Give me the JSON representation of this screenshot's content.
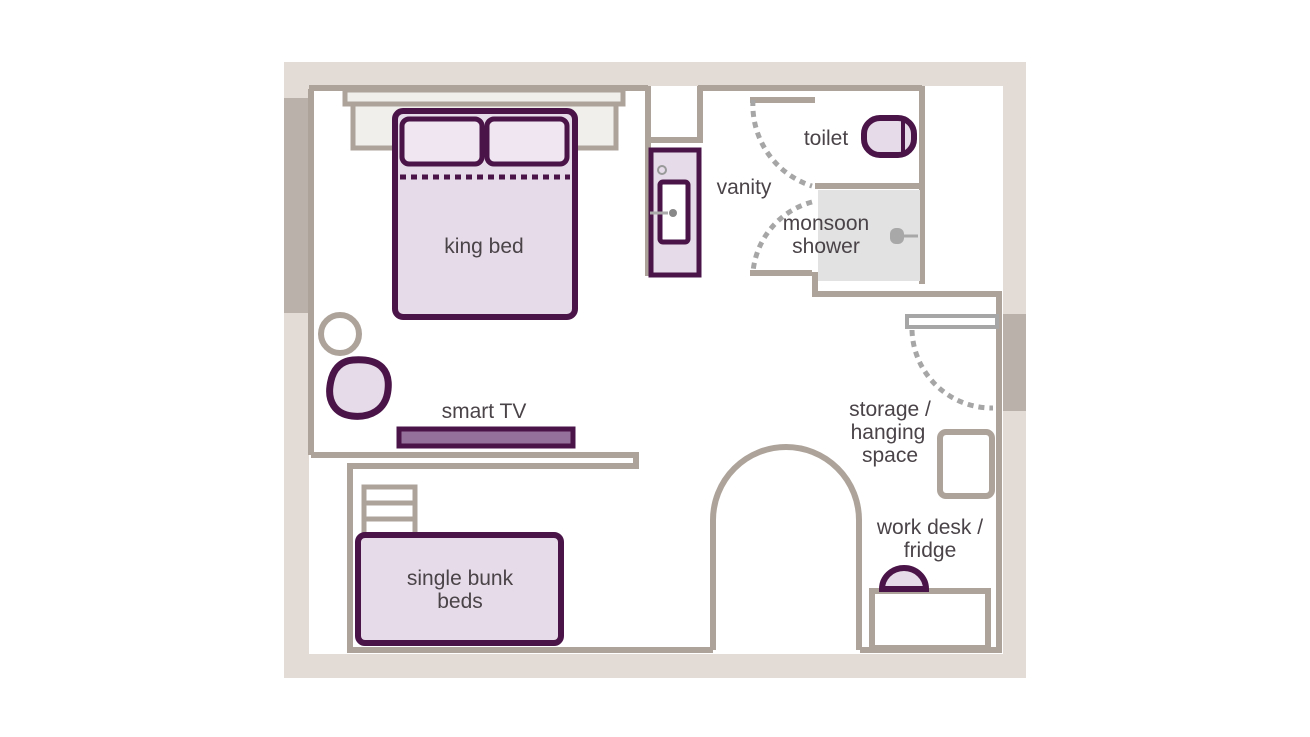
{
  "labels": {
    "king_bed": "king bed",
    "vanity": "vanity",
    "toilet": "toilet",
    "monsoon_shower_line1": "monsoon",
    "monsoon_shower_line2": "shower",
    "smart_tv": "smart TV",
    "storage_line1": "storage /",
    "storage_line2": "hanging",
    "storage_line3": "space",
    "work_desk_line1": "work desk /",
    "work_desk_line2": "fridge",
    "bunk_line1": "single bunk",
    "bunk_line2": "beds"
  },
  "colors": {
    "outer_wall": "#e2dbd6",
    "window": "#bab1aa",
    "wall_line": "#ada39a",
    "furniture_outline": "#4a1448",
    "furniture_fill": "#e6dbe8",
    "pillow_fill": "#f0e6f2",
    "headboard_fill": "#f1efec",
    "tv_fill": "#94719a",
    "shower_fill": "#e2e2e2",
    "door_dash": "#a6a6a6",
    "text": "#4a4348"
  }
}
